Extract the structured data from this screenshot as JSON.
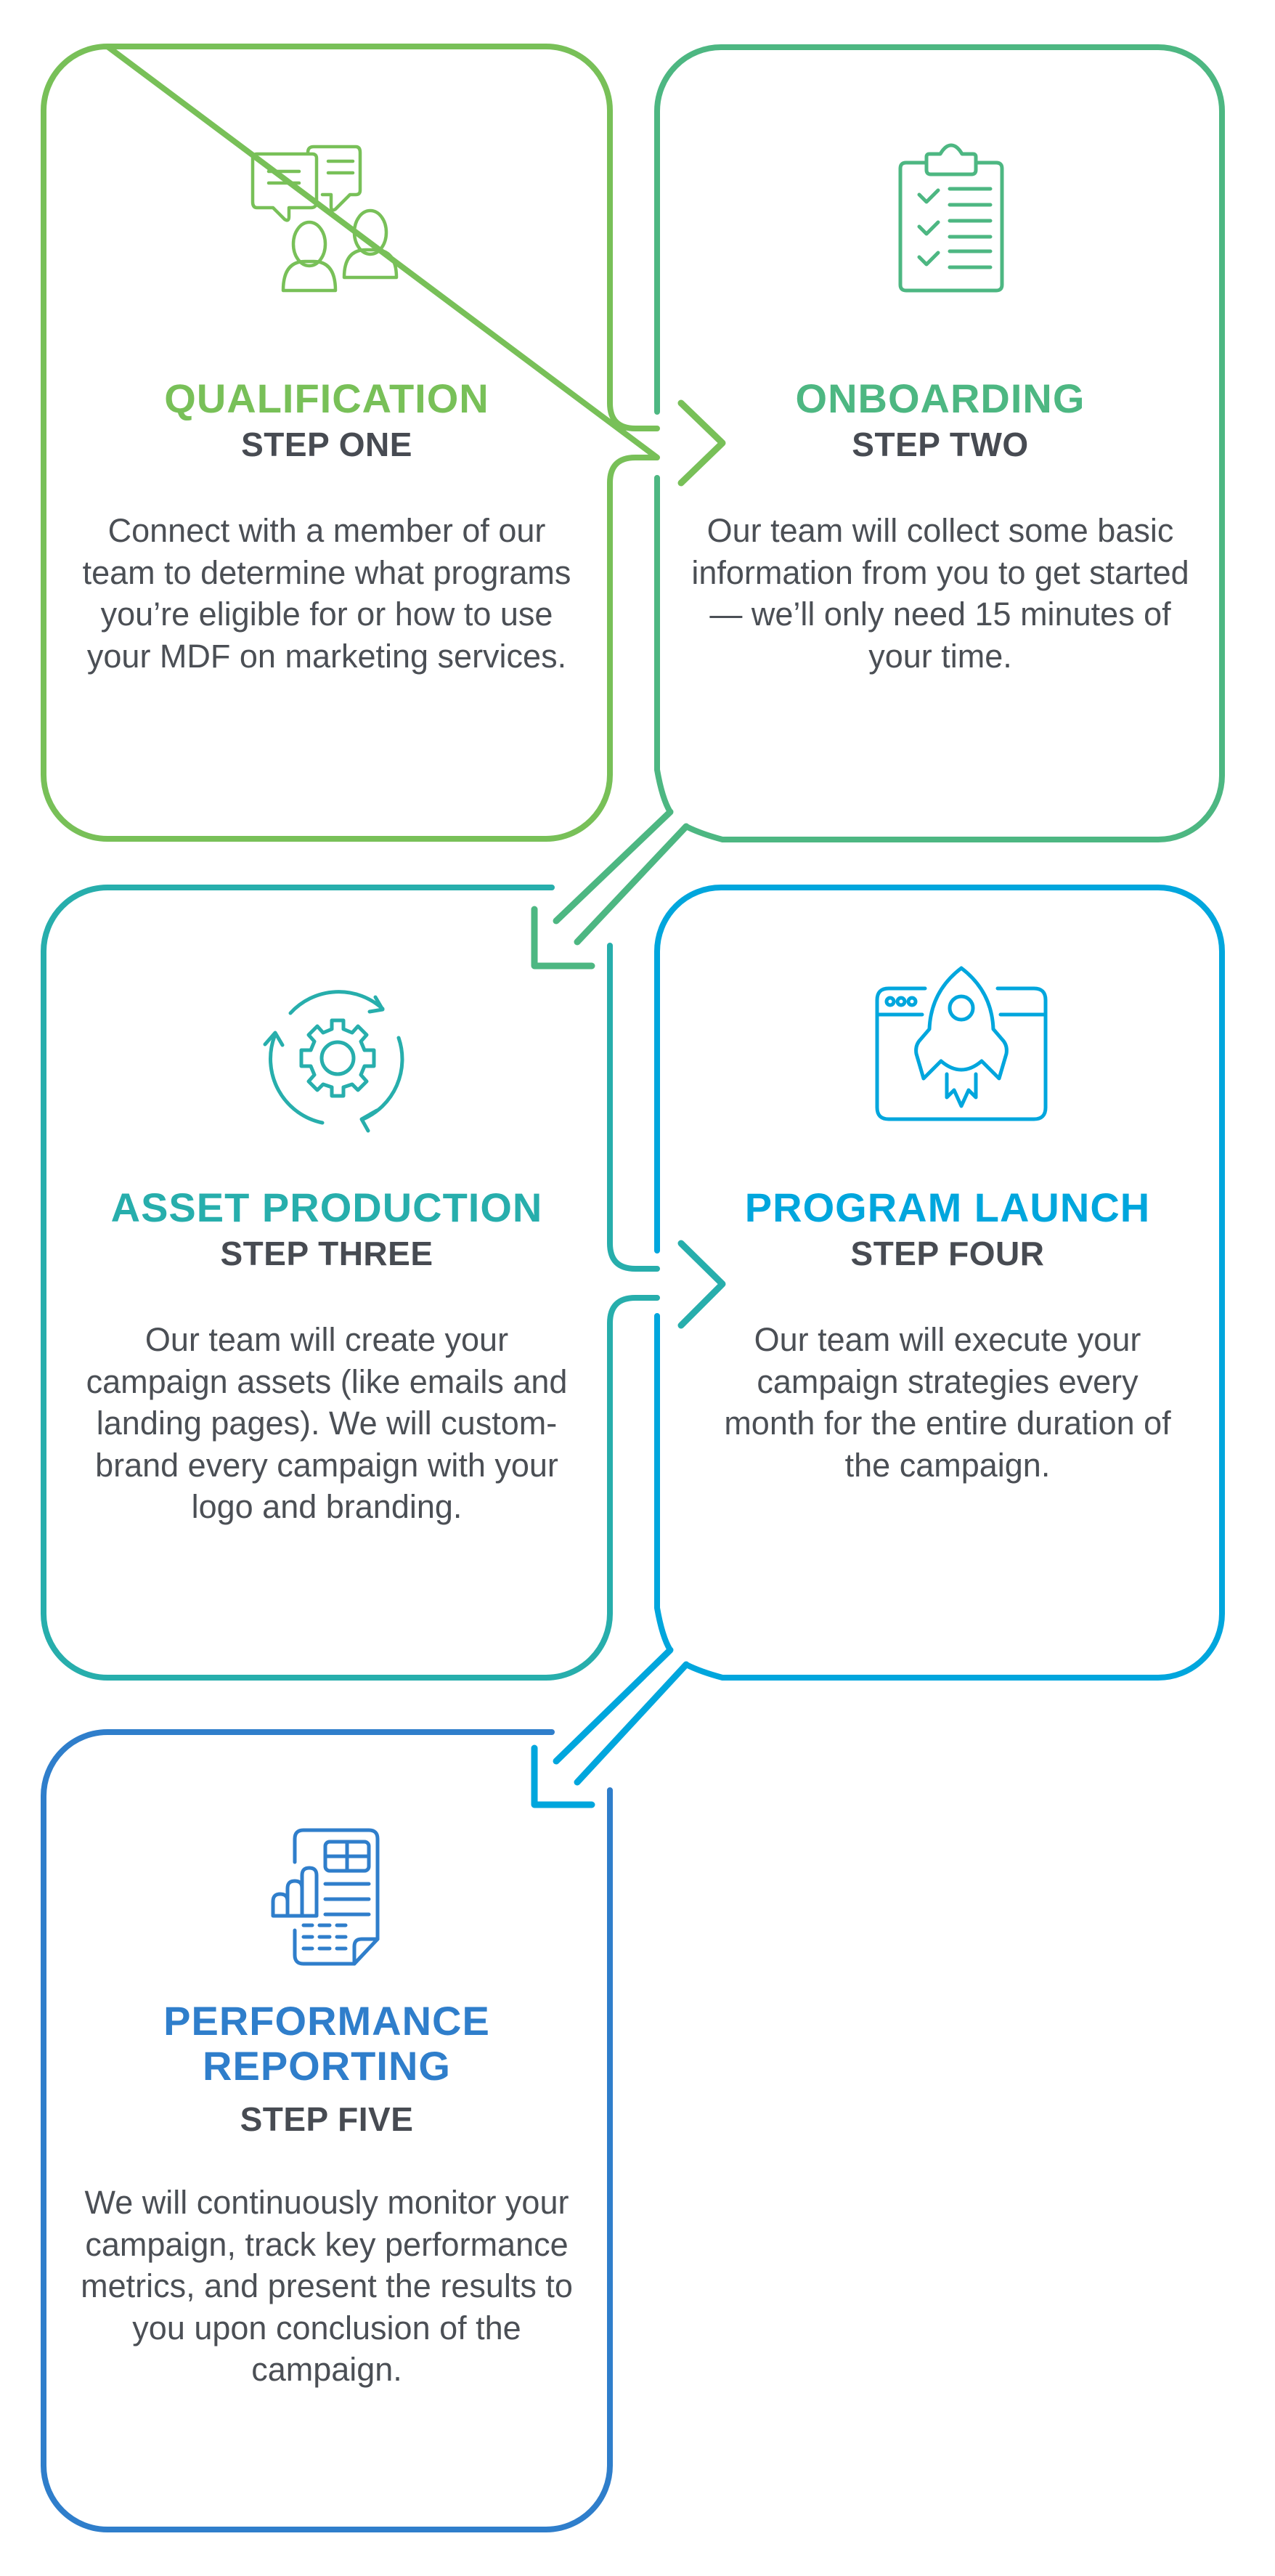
{
  "colors": {
    "step1": "#78c058",
    "step2": "#4db782",
    "step3": "#27aeac",
    "step4": "#00a6dd",
    "step5": "#2f7ecb",
    "text": "#4b4f55"
  },
  "steps": [
    {
      "title": "QUALIFICATION",
      "label": "STEP ONE",
      "description": "Connect with a member of our team to determine what programs you’re eligible for or how to use your MDF on marketing services.",
      "icon": "conversation-people-icon"
    },
    {
      "title": "ONBOARDING",
      "label": "STEP TWO",
      "description": "Our team will collect some basic information from you to get started — we’ll only need 15 minutes of your time.",
      "icon": "clipboard-checklist-icon"
    },
    {
      "title": "ASSET PRODUCTION",
      "label": "STEP THREE",
      "description": "Our team will create your campaign assets (like emails and landing pages). We will custom-brand every campaign with your logo and branding.",
      "icon": "gear-cycle-icon"
    },
    {
      "title": "PROGRAM LAUNCH",
      "label": "STEP FOUR",
      "description": "Our team will execute your campaign strategies every month for the entire duration of the campaign.",
      "icon": "rocket-browser-icon"
    },
    {
      "title": "PERFORMANCE\nREPORTING",
      "label": "STEP FIVE",
      "description": "We will continuously monitor your campaign, track key performance metrics, and present the results to you upon conclusion of the campaign.",
      "icon": "report-document-icon"
    }
  ]
}
